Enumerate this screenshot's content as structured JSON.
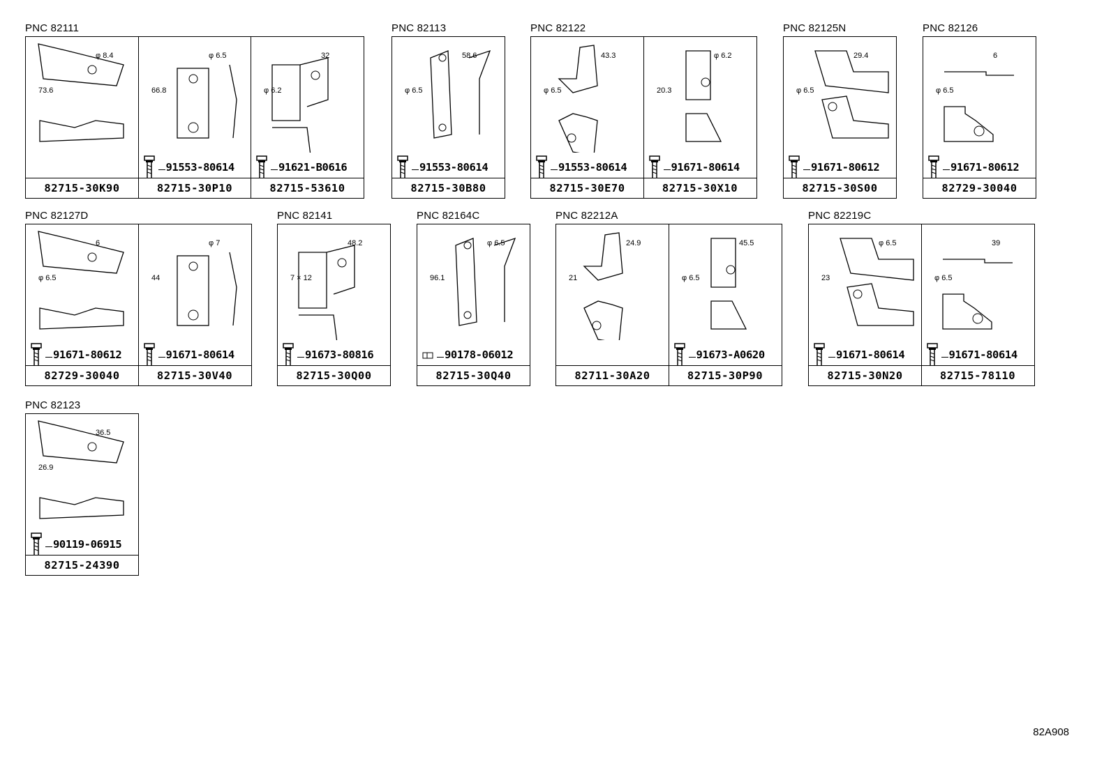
{
  "diagram_ref": "82A908",
  "groups": [
    {
      "pnc": "PNC 82111",
      "panels": [
        {
          "part": "82715-30K90",
          "bolt": "",
          "dims": [
            "φ 8.4",
            "73.6"
          ]
        },
        {
          "part": "82715-30P10",
          "bolt": "91553-80614",
          "dims": [
            "φ 6.5",
            "66.8"
          ]
        },
        {
          "part": "82715-53610",
          "bolt": "91621-B0616",
          "dims": [
            "32",
            "φ 6.2"
          ]
        }
      ]
    },
    {
      "pnc": "PNC 82113",
      "panels": [
        {
          "part": "82715-30B80",
          "bolt": "91553-80614",
          "dims": [
            "58.6",
            "φ 6.5"
          ]
        }
      ]
    },
    {
      "pnc": "PNC 82122",
      "panels": [
        {
          "part": "82715-30E70",
          "bolt": "91553-80614",
          "dims": [
            "43.3",
            "φ 6.5"
          ]
        },
        {
          "part": "82715-30X10",
          "bolt": "91671-80614",
          "dims": [
            "φ 6.2",
            "20.3"
          ]
        }
      ]
    },
    {
      "pnc": "PNC 82125N",
      "panels": [
        {
          "part": "82715-30S00",
          "bolt": "91671-80612",
          "dims": [
            "29.4",
            "φ 6.5"
          ]
        }
      ]
    },
    {
      "pnc": "PNC 82126",
      "panels": [
        {
          "part": "82729-30040",
          "bolt": "91671-80612",
          "dims": [
            "6",
            "φ 6.5"
          ]
        }
      ]
    },
    {
      "pnc": "PNC 82127D",
      "panels": [
        {
          "part": "82729-30040",
          "bolt": "91671-80612",
          "dims": [
            "6",
            "φ 6.5"
          ]
        },
        {
          "part": "82715-30V40",
          "bolt": "91671-80614",
          "dims": [
            "φ 7",
            "44"
          ]
        }
      ]
    },
    {
      "pnc": "PNC 82141",
      "panels": [
        {
          "part": "82715-30Q00",
          "bolt": "91673-80816",
          "dims": [
            "48.2",
            "7 × 12"
          ]
        }
      ]
    },
    {
      "pnc": "PNC 82164C",
      "panels": [
        {
          "part": "82715-30Q40",
          "bolt": "90178-06012",
          "dims": [
            "φ 6.5",
            "96.1"
          ]
        }
      ]
    },
    {
      "pnc": "PNC 82212A",
      "panels": [
        {
          "part": "82711-30A20",
          "bolt": "",
          "dims": [
            "24.9",
            "21"
          ]
        },
        {
          "part": "82715-30P90",
          "bolt": "91673-A0620",
          "dims": [
            "45.5",
            "φ 6.5"
          ]
        }
      ]
    },
    {
      "pnc": "PNC 82219C",
      "panels": [
        {
          "part": "82715-30N20",
          "bolt": "91671-80614",
          "dims": [
            "φ 6.5",
            "23"
          ]
        },
        {
          "part": "82715-78110",
          "bolt": "91671-80614",
          "dims": [
            "39",
            "φ 6.5"
          ]
        }
      ]
    },
    {
      "pnc": "PNC 82123",
      "panels": [
        {
          "part": "82715-24390",
          "bolt": "90119-06915",
          "dims": [
            "36.5",
            "26.9"
          ]
        }
      ]
    }
  ]
}
